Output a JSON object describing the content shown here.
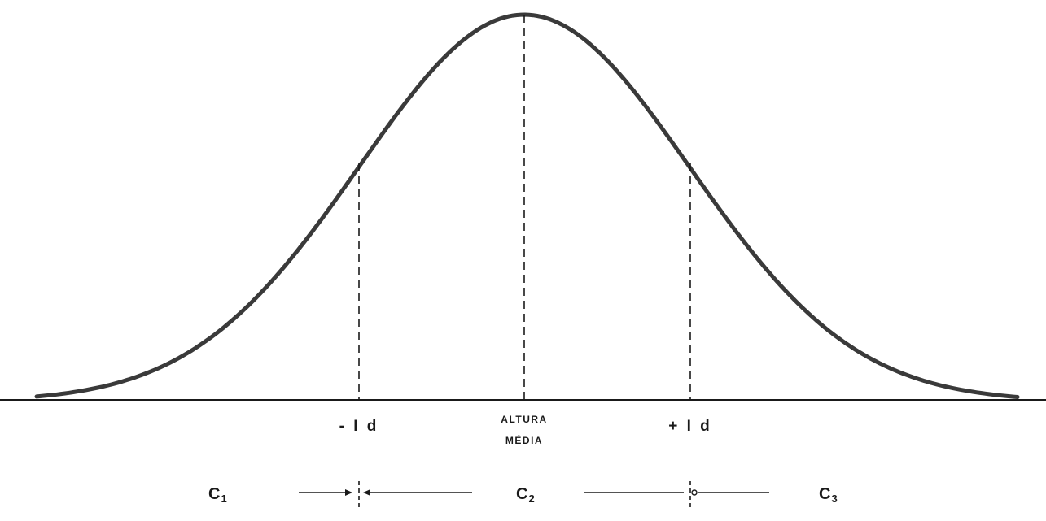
{
  "diagram": {
    "type": "normal-distribution-curve",
    "labels": {
      "minus_sd": "- I d",
      "mean_line1": "ALTURA",
      "mean_line2": "MÉDIA",
      "plus_sd": "+ I d"
    },
    "classes": [
      {
        "letter": "C",
        "sub": "1"
      },
      {
        "letter": "C",
        "sub": "2"
      },
      {
        "letter": "C",
        "sub": "3"
      }
    ],
    "colors": {
      "curve": "#3a3a3a",
      "lines": "#1a1a1a",
      "background": "#ffffff"
    }
  }
}
